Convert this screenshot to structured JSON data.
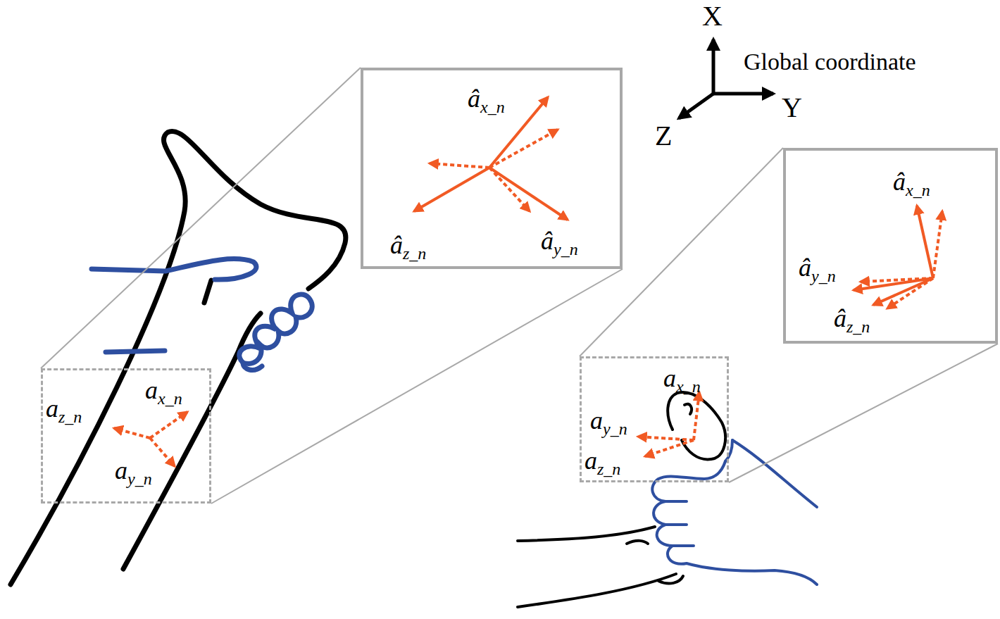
{
  "diagram": {
    "nodes": [
      {
        "text": [
          "âx_n",
          "âz_n",
          "ây_n"
        ]
      },
      {
        "text": [
          "ax_n",
          "az_n",
          "ay_n"
        ]
      },
      {
        "text": [
          "âx_n",
          "ây_n",
          "âz_n"
        ]
      },
      {
        "text": [
          "ax_n",
          "ay_n",
          "az_n"
        ]
      }
    ],
    "edges": [
      {
        "from": 1,
        "to": 0,
        "arrow": "none"
      },
      {
        "from": 1,
        "to": 0,
        "arrow": "none"
      },
      {
        "from": 3,
        "to": 2,
        "arrow": "none"
      },
      {
        "from": 3,
        "to": 2,
        "arrow": "none"
      }
    ],
    "labels": [
      "X",
      "Global coordinate",
      "Y",
      "Z"
    ]
  }
}
